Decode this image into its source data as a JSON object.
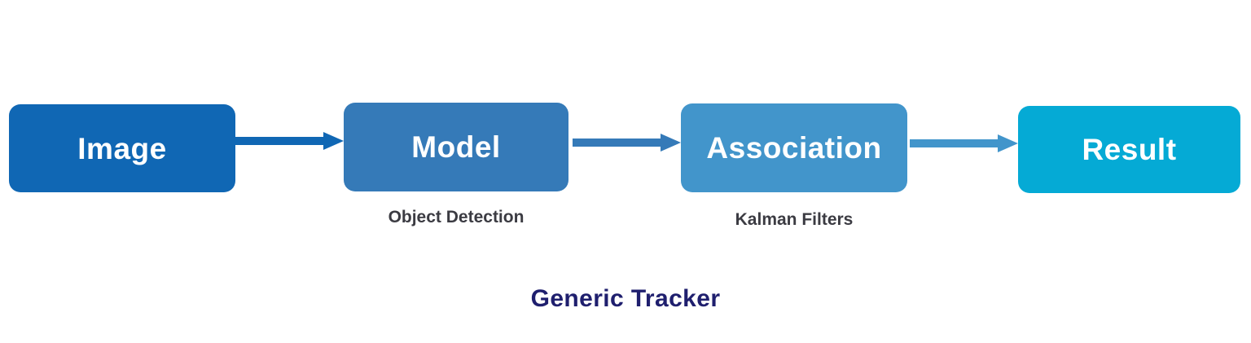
{
  "diagram": {
    "title": "Generic Tracker",
    "title_color": "#1F1F6E",
    "background": "#ffffff",
    "type": "flow-pipeline",
    "nodes": [
      {
        "id": "image",
        "label": "Image",
        "color": "#1067B4",
        "caption": null
      },
      {
        "id": "model",
        "label": "Model",
        "color": "#357AB8",
        "caption": "Object Detection"
      },
      {
        "id": "association",
        "label": "Association",
        "color": "#4295CB",
        "caption": "Kalman Filters"
      },
      {
        "id": "result",
        "label": "Result",
        "color": "#05AAD5",
        "caption": null
      }
    ],
    "edges": [
      {
        "id": "edge-image-model",
        "from": "image",
        "to": "model",
        "color": "#1067B4",
        "style": "solid-arrow"
      },
      {
        "id": "edge-model-association",
        "from": "model",
        "to": "association",
        "color": "#357AB8",
        "style": "solid-arrow"
      },
      {
        "id": "edge-association-result",
        "from": "association",
        "to": "result",
        "color": "#4295CB",
        "style": "solid-arrow"
      }
    ],
    "caption_color": "#3b3b42"
  }
}
